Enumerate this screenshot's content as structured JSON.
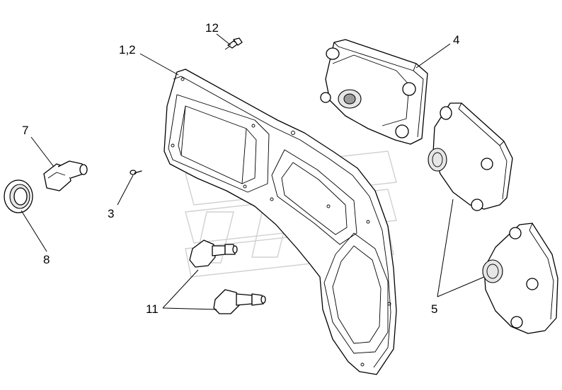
{
  "callouts": {
    "c12": "12",
    "c1_2": "1,2",
    "c4": "4",
    "c7": "7",
    "c3": "3",
    "c8": "8",
    "c11": "11",
    "c5": "5"
  },
  "parts": [
    {
      "key": "c1_2",
      "part": "headlight-housing-panel"
    },
    {
      "key": "c3",
      "part": "screw"
    },
    {
      "key": "c4",
      "part": "headlight-unit"
    },
    {
      "key": "c5",
      "part": "headlight-units-pair"
    },
    {
      "key": "c7",
      "part": "lamp-socket"
    },
    {
      "key": "c8",
      "part": "retaining-ring"
    },
    {
      "key": "c11",
      "part": "bulbs"
    },
    {
      "key": "c12",
      "part": "bolt"
    }
  ]
}
